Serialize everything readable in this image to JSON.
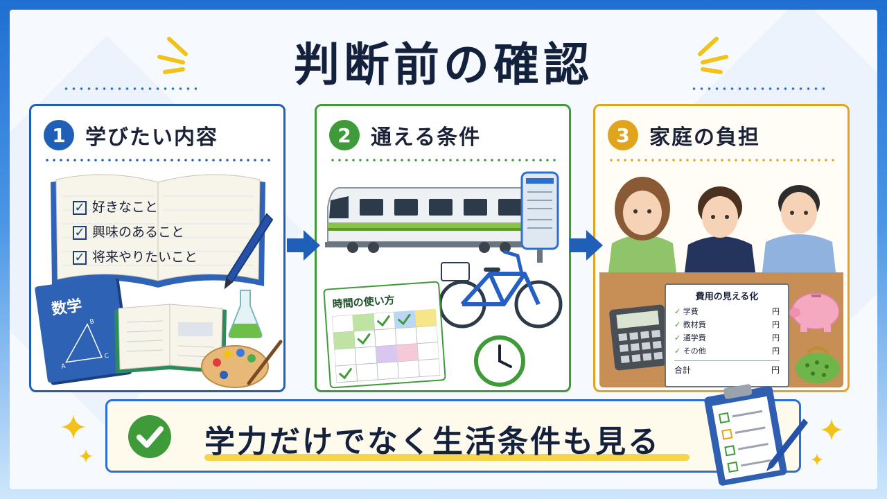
{
  "title": "判断前の確認",
  "cards": [
    {
      "number": "1",
      "title": "学びたい内容",
      "accent": "#1f5fb8",
      "checklist": [
        "好きなこと",
        "興味のあること",
        "将来やりたいこと"
      ],
      "book_label": "数学",
      "triangle_labels": [
        "A",
        "B",
        "C"
      ]
    },
    {
      "number": "2",
      "title": "通える条件",
      "accent": "#3f9a3a",
      "calendar_label": "時間の使い方"
    },
    {
      "number": "3",
      "title": "家庭の負担",
      "accent": "#e0a41f",
      "sheet_title": "費用の見える化",
      "sheet_items": [
        "学費",
        "教材費",
        "通学費",
        "その他"
      ],
      "currency": "円",
      "total_label": "合計"
    }
  ],
  "bottom": {
    "message": "学力だけでなく生活条件も見る",
    "accent": "#2b6fd0"
  }
}
